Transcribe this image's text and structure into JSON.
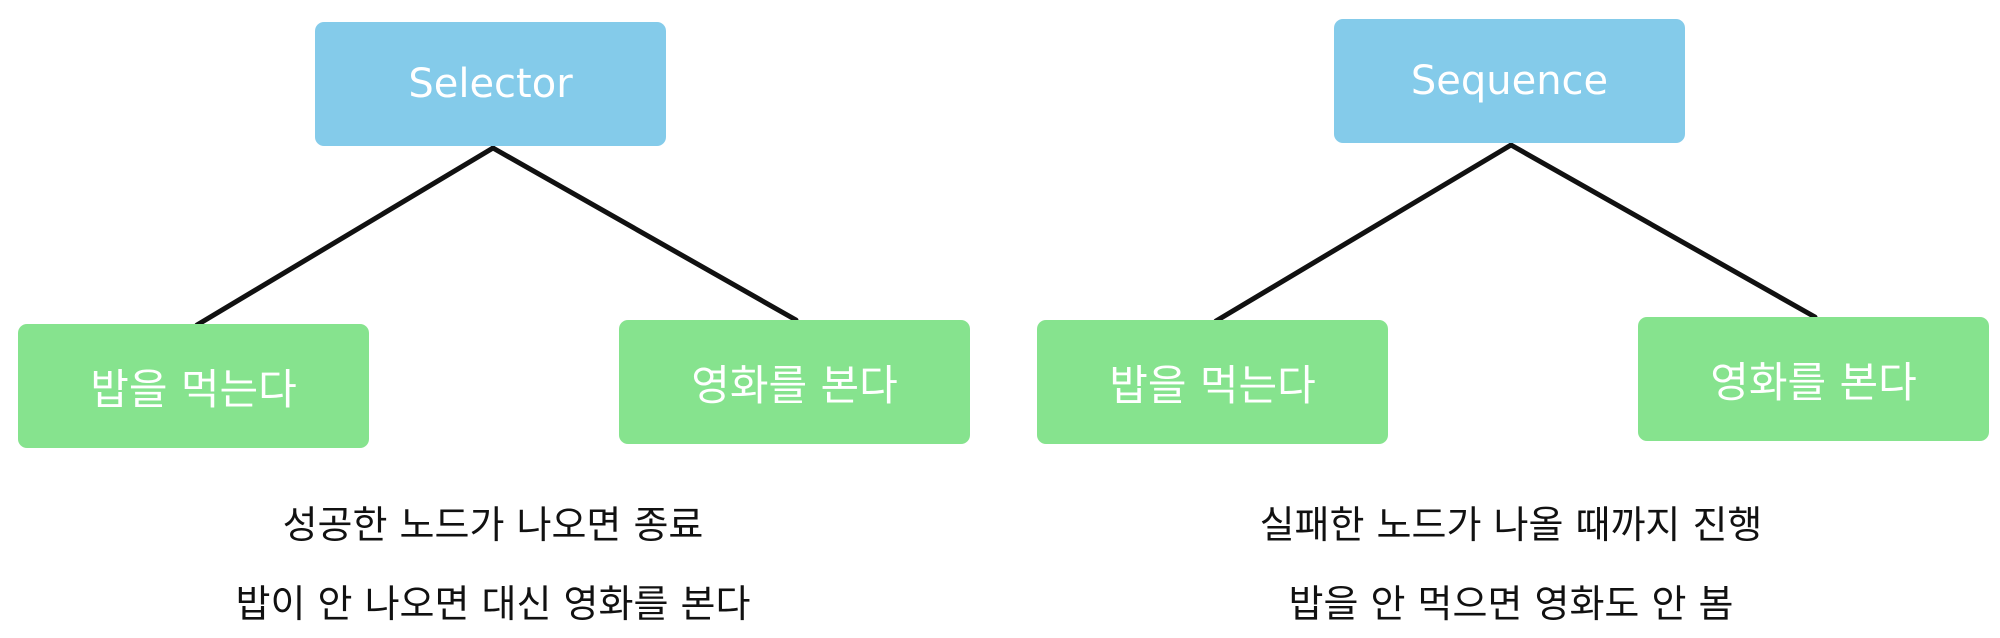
{
  "diagrams": [
    {
      "root": "Selector",
      "children": [
        "밥을 먹는다",
        "영화를 본다"
      ],
      "caption": [
        "성공한 노드가 나오면 종료",
        "밥이 안 나오면 대신 영화를 본다"
      ]
    },
    {
      "root": "Sequence",
      "children": [
        "밥을 먹는다",
        "영화를 본다"
      ],
      "caption": [
        "실패한 노드가 나올 때까지 진행",
        "밥을 안 먹으면 영화도 안 봄"
      ]
    }
  ],
  "colors": {
    "root_fill": "#84cbea",
    "child_fill": "#86e38e",
    "edge": "#111111",
    "node_text": "#ffffff",
    "caption_text": "#111111"
  }
}
